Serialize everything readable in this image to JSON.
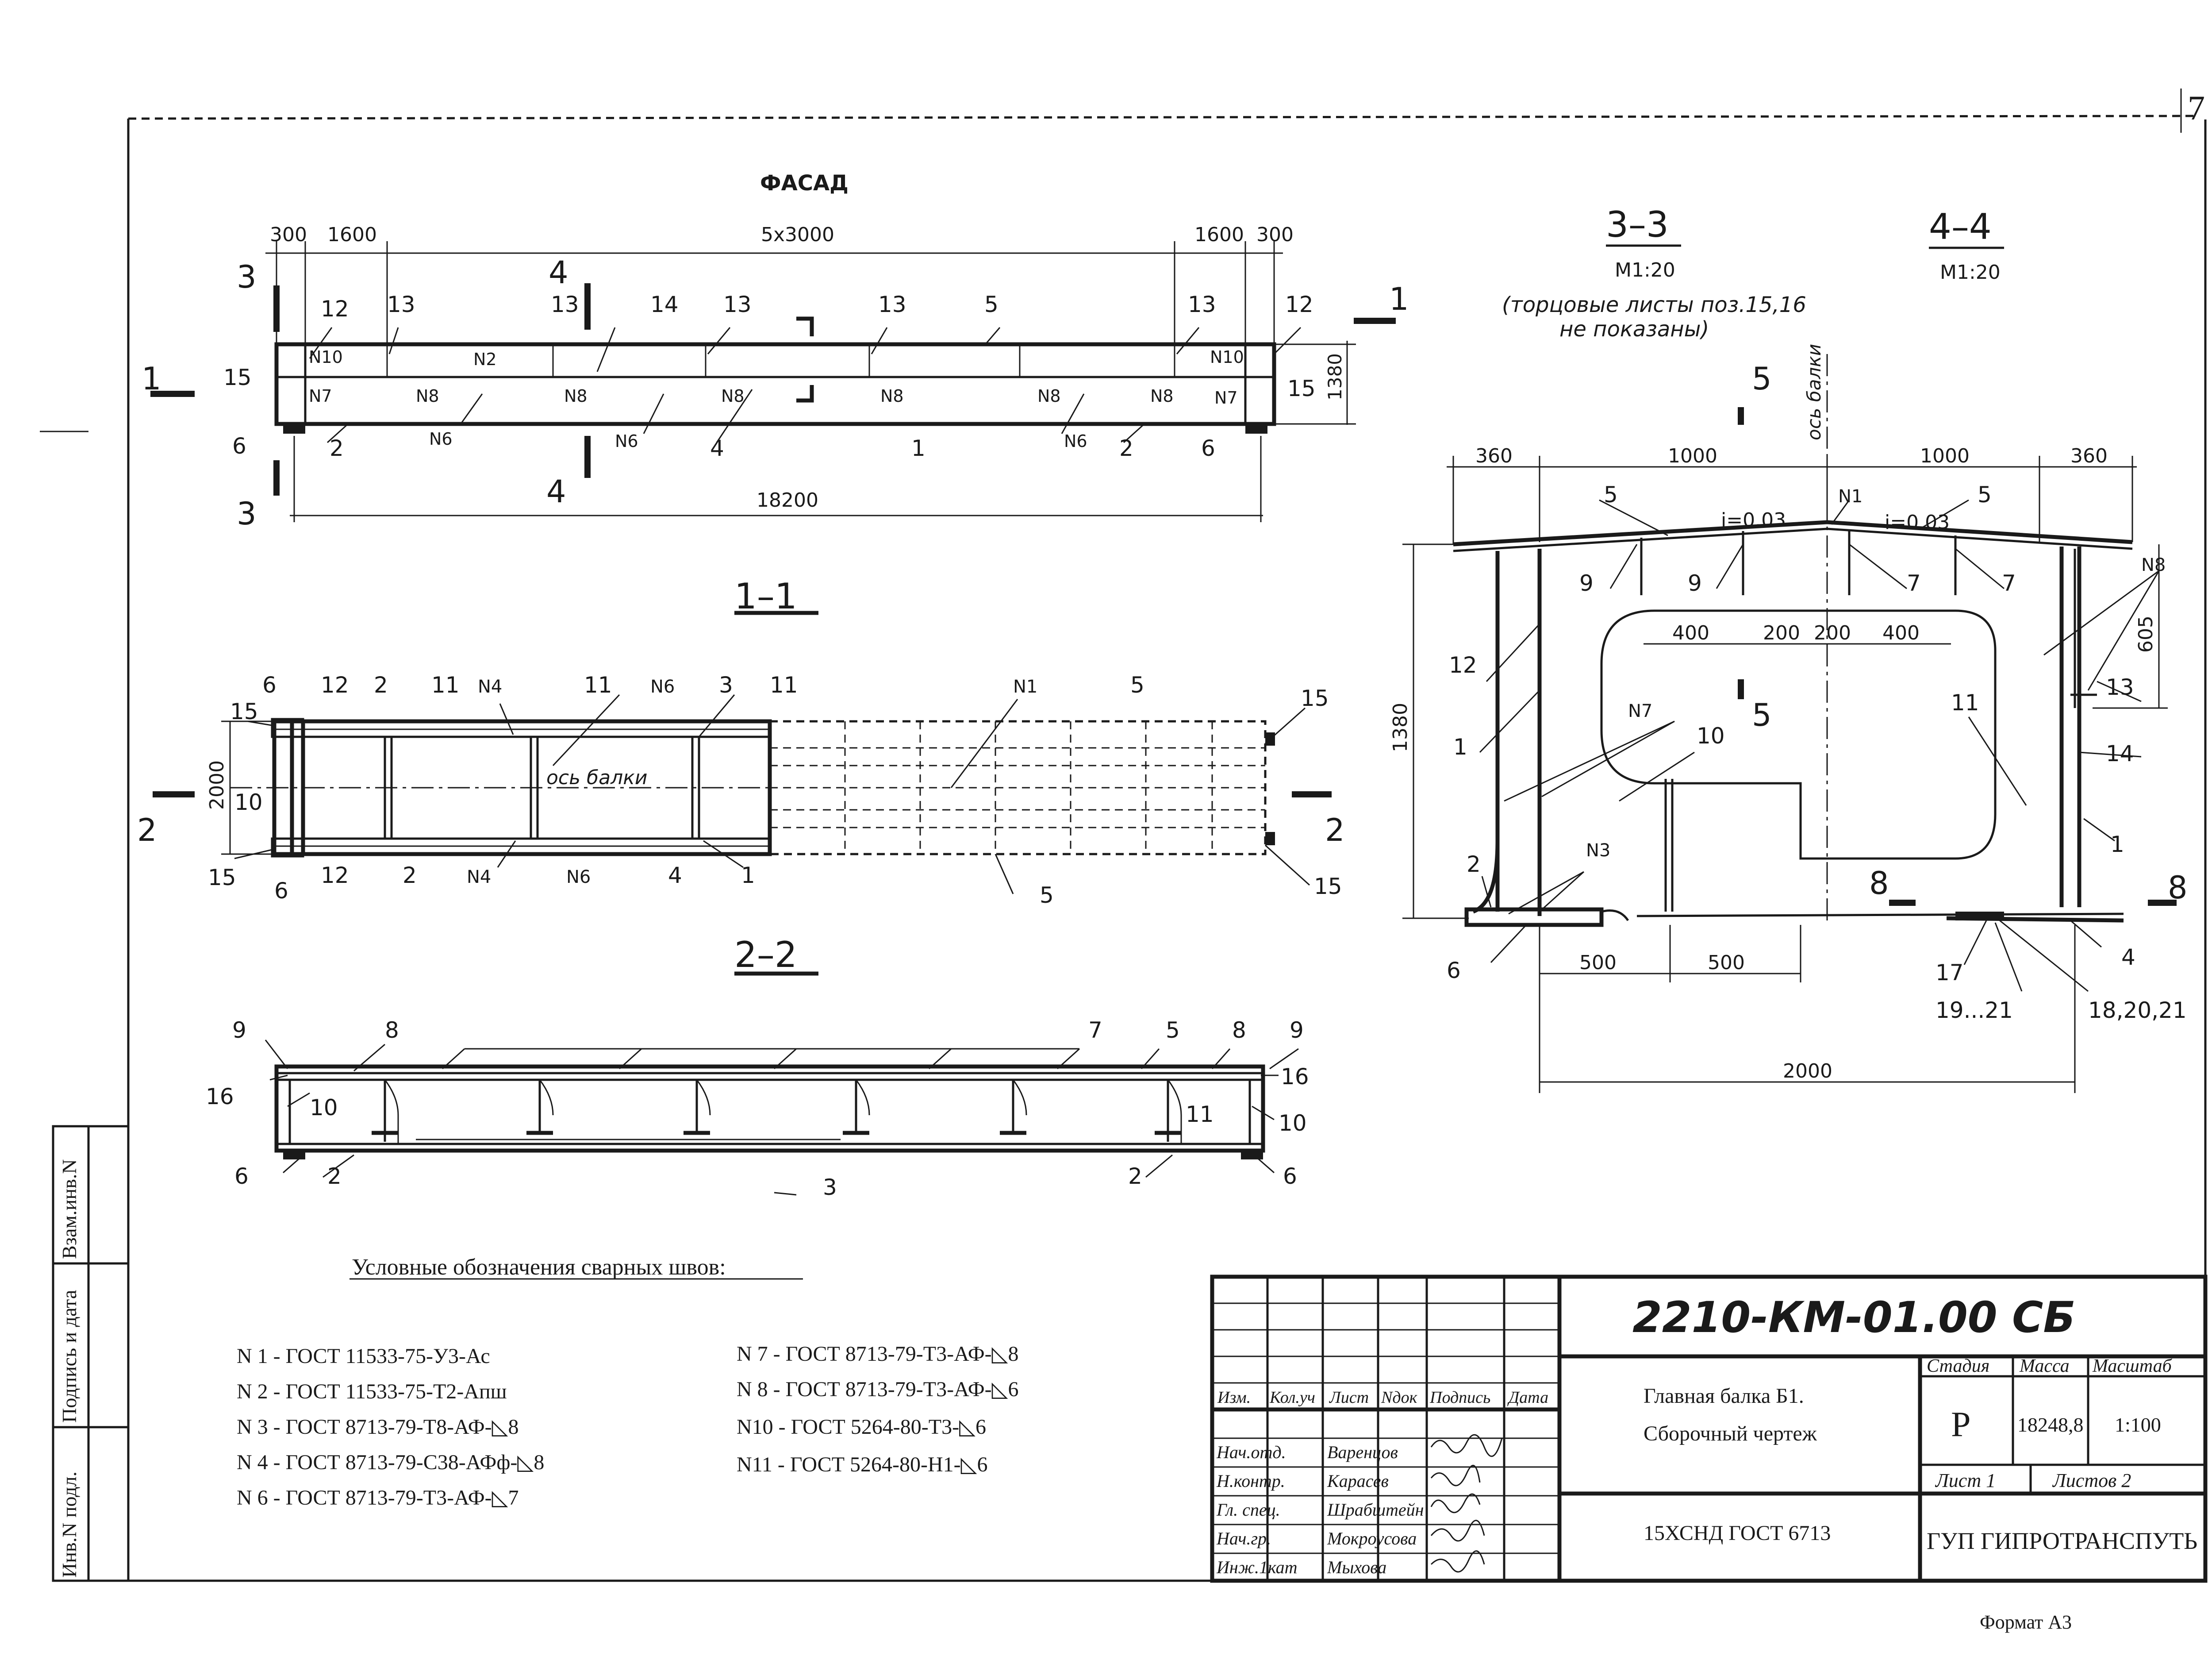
{
  "page_number": "7",
  "format_label": "Формат А3",
  "stamp_side": [
    "Инв.N подл.",
    "Подпись и дата",
    "Взам.инв.N"
  ],
  "facade": {
    "title": "ФАСАД",
    "dims_top": [
      "300",
      "1600",
      "5x3000",
      "1600",
      "300"
    ],
    "dim_total": "18200",
    "dim_height": "1380",
    "cut_marks": [
      "3",
      "3",
      "4",
      "4",
      "1",
      "1"
    ],
    "positions": [
      "12",
      "13",
      "13",
      "14",
      "13",
      "13",
      "5",
      "13",
      "12",
      "15",
      "15",
      "6",
      "2",
      "4",
      "1",
      "2",
      "6"
    ],
    "welds": [
      "N10",
      "N2",
      "N10",
      "N7",
      "N8",
      "N8",
      "N8",
      "N8",
      "N8",
      "N8",
      "N7",
      "N6",
      "N6",
      "N6"
    ]
  },
  "section_11": {
    "title": "1–1",
    "dim_width": "2000",
    "cut_marks": [
      "2",
      "2"
    ],
    "axis_label": "ось балки",
    "positions": [
      "6",
      "12",
      "2",
      "11",
      "11",
      "3",
      "11",
      "5",
      "15",
      "15",
      "10",
      "15",
      "6",
      "12",
      "2",
      "4",
      "1",
      "5",
      "15"
    ],
    "welds": [
      "N4",
      "N6",
      "N1",
      "N4",
      "N6"
    ]
  },
  "section_22": {
    "title": "2–2",
    "positions": [
      "9",
      "8",
      "7",
      "5",
      "8",
      "9",
      "16",
      "10",
      "11",
      "16",
      "10",
      "6",
      "2",
      "3",
      "2",
      "6"
    ]
  },
  "section_33": {
    "title": "3–3",
    "scale": "М1:20",
    "note_line1": "(торцовые листы поз.15,16",
    "note_line2": "не показаны)"
  },
  "section_44": {
    "title": "4–4",
    "scale": "М1:20",
    "cut_mark": "5",
    "axis_label": "ось балки",
    "dims_top": [
      "360",
      "1000",
      "1000",
      "360"
    ],
    "slope_left": "i=0.03",
    "slope_right": "i=0.03",
    "dims_inner": [
      "400",
      "200",
      "200",
      "400"
    ],
    "dim_height": "1380",
    "dim_right": "605",
    "dims_bottom": [
      "500",
      "500"
    ],
    "dim_bottom_total": "2000",
    "cut8": "8",
    "positions": [
      "5",
      "5",
      "9",
      "9",
      "7",
      "7",
      "12",
      "1",
      "10",
      "11",
      "13",
      "14",
      "1",
      "2",
      "6",
      "4",
      "17",
      "19...21",
      "18,20,21"
    ],
    "welds": [
      "N1",
      "N8",
      "N7",
      "N3"
    ]
  },
  "legend": {
    "title": "Условные обозначения сварных швов:",
    "items_left": [
      "N 1 - ГОСТ 11533-75-У3-Ас",
      "N 2 - ГОСТ 11533-75-Т2-Апш",
      "N 3 - ГОСТ 8713-79-Т8-АФ-◺8",
      "N 4 - ГОСТ 8713-79-С38-АФф-◺8",
      "N 6 - ГОСТ 8713-79-Т3-АФ-◺7"
    ],
    "items_right": [
      "N 7 - ГОСТ 8713-79-Т3-АФ-◺8",
      "N 8 - ГОСТ 8713-79-Т3-АФ-◺6",
      "N10 - ГОСТ 5264-80-Т3-◺6",
      "N11 - ГОСТ 5264-80-Н1-◺6"
    ]
  },
  "title_block": {
    "doc_code": "2210-КМ-01.00 СБ",
    "headers": [
      "Изм.",
      "Кол.уч",
      "Лист",
      "Nдок",
      "Подпись",
      "Дата"
    ],
    "roles": [
      "Нач.отд.",
      "Н.контр.",
      "Гл. спец.",
      "Нач.гр.",
      "Инж.1кат"
    ],
    "names": [
      "Варенцов",
      "Карасев",
      "Шрабштейн",
      "Мокроусова",
      "Мыхова"
    ],
    "name_line1": "Главная балка Б1.",
    "name_line2": "Сборочный чертеж",
    "material": "15ХСНД ГОСТ 6713",
    "stage_label": "Стадия",
    "stage": "Р",
    "mass_label": "Масса",
    "mass": "18248,8",
    "scale_label": "Масштаб",
    "scale": "1:100",
    "sheet_label": "Лист 1",
    "sheets_label": "Листов 2",
    "org": "ГУП ГИПРОТРАНСПУТЬ"
  }
}
